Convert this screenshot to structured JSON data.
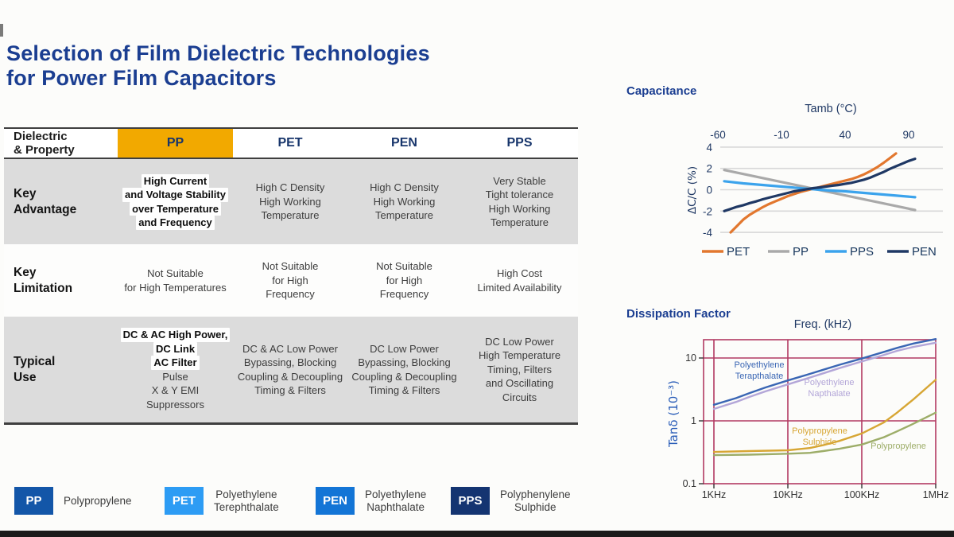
{
  "title": {
    "line1": "Selection of Film Dielectric Technologies",
    "line2": "for Power Film Capacitors"
  },
  "table": {
    "corner_label_lines": [
      "Dielectric",
      "& Property"
    ],
    "columns": [
      {
        "code": "PP",
        "header_bg": "#f2a900"
      },
      {
        "code": "PET",
        "header_bg": ""
      },
      {
        "code": "PEN",
        "header_bg": ""
      },
      {
        "code": "PPS",
        "header_bg": ""
      }
    ],
    "rows": [
      {
        "label_lines": [
          "Key",
          "Advantage"
        ],
        "cells": [
          {
            "lines": [
              "High Current",
              "and Voltage Stability",
              "over Temperature",
              "and Frequency"
            ],
            "bold_count": 4
          },
          {
            "lines": [
              "High C Density",
              "High Working",
              "Temperature"
            ],
            "bold_count": 0
          },
          {
            "lines": [
              "High C Density",
              "High Working",
              "Temperature"
            ],
            "bold_count": 0
          },
          {
            "lines": [
              "Very Stable",
              "Tight tolerance",
              "High Working",
              "Temperature"
            ],
            "bold_count": 0
          }
        ]
      },
      {
        "label_lines": [
          "Key",
          "Limitation"
        ],
        "cells": [
          {
            "lines": [
              "Not Suitable",
              "for High Temperatures"
            ],
            "bold_count": 0
          },
          {
            "lines": [
              "Not Suitable",
              "for High",
              "Frequency"
            ],
            "bold_count": 0
          },
          {
            "lines": [
              "Not Suitable",
              "for High",
              "Frequency"
            ],
            "bold_count": 0
          },
          {
            "lines": [
              "High Cost",
              "Limited Availability"
            ],
            "bold_count": 0
          }
        ]
      },
      {
        "label_lines": [
          "Typical",
          "Use"
        ],
        "cells": [
          {
            "lines": [
              "DC & AC High Power,",
              "DC Link",
              "AC Filter",
              "Pulse",
              "X & Y EMI",
              "Suppressors"
            ],
            "bold_count": 3
          },
          {
            "lines": [
              "DC & AC Low Power",
              "Bypassing, Blocking",
              "Coupling & Decoupling",
              "Timing & Filters"
            ],
            "bold_count": 0
          },
          {
            "lines": [
              "DC Low Power",
              "Bypassing, Blocking",
              "Coupling & Decoupling",
              "Timing & Filters"
            ],
            "bold_count": 0
          },
          {
            "lines": [
              "DC Low Power",
              "High Temperature",
              "Timing, Filters",
              "and Oscillating",
              "Circuits"
            ],
            "bold_count": 0
          }
        ]
      }
    ]
  },
  "abbreviations": [
    {
      "code": "PP",
      "box_color": "#1356a8",
      "name_lines": [
        "Polypropylene"
      ]
    },
    {
      "code": "PET",
      "box_color": "#2d9cf4",
      "name_lines": [
        "Polyethylene",
        "Terephthalate"
      ]
    },
    {
      "code": "PEN",
      "box_color": "#1375d6",
      "name_lines": [
        "Polyethylene",
        "Naphthalate"
      ]
    },
    {
      "code": "PPS",
      "box_color": "#143471",
      "name_lines": [
        "Polyphenylene",
        "Sulphide"
      ]
    }
  ],
  "chart_data": [
    {
      "type": "line",
      "title": "Capacitance",
      "xlabel": "Tamb (°C)",
      "ylabel": "ΔC/C (%)",
      "x_ticks": [
        -60,
        -10,
        40,
        90
      ],
      "y_ticks": [
        4,
        2,
        0,
        -2,
        -4
      ],
      "xlim": [
        -65,
        112
      ],
      "ylim": [
        -4,
        4
      ],
      "grid": "horizontal",
      "legend_position": "bottom",
      "series": [
        {
          "name": "PET",
          "color": "#e2772e",
          "points": [
            [
              -50,
              -4.0
            ],
            [
              -45,
              -3.4
            ],
            [
              -40,
              -2.8
            ],
            [
              -35,
              -2.35
            ],
            [
              -30,
              -2.0
            ],
            [
              -25,
              -1.65
            ],
            [
              -20,
              -1.35
            ],
            [
              -15,
              -1.1
            ],
            [
              -10,
              -0.85
            ],
            [
              -5,
              -0.6
            ],
            [
              0,
              -0.4
            ],
            [
              5,
              -0.2
            ],
            [
              10,
              -0.05
            ],
            [
              15,
              0.1
            ],
            [
              20,
              0.25
            ],
            [
              25,
              0.4
            ],
            [
              30,
              0.55
            ],
            [
              35,
              0.7
            ],
            [
              40,
              0.85
            ],
            [
              45,
              1.0
            ],
            [
              50,
              1.2
            ],
            [
              55,
              1.45
            ],
            [
              60,
              1.75
            ],
            [
              65,
              2.1
            ],
            [
              70,
              2.5
            ],
            [
              75,
              2.95
            ],
            [
              80,
              3.4
            ]
          ]
        },
        {
          "name": "PP",
          "color": "#a9a9a9",
          "points": [
            [
              -55,
              1.85
            ],
            [
              95,
              -1.9
            ]
          ]
        },
        {
          "name": "PPS",
          "color": "#3ba3ec",
          "points": [
            [
              -55,
              0.8
            ],
            [
              -40,
              0.6
            ],
            [
              -25,
              0.45
            ],
            [
              -10,
              0.3
            ],
            [
              0,
              0.2
            ],
            [
              10,
              0.1
            ],
            [
              20,
              0.0
            ],
            [
              30,
              -0.08
            ],
            [
              40,
              -0.15
            ],
            [
              55,
              -0.3
            ],
            [
              70,
              -0.45
            ],
            [
              85,
              -0.6
            ],
            [
              95,
              -0.7
            ]
          ]
        },
        {
          "name": "PEN",
          "color": "#1f3864",
          "points": [
            [
              -55,
              -2.0
            ],
            [
              -50,
              -1.8
            ],
            [
              -45,
              -1.6
            ],
            [
              -40,
              -1.45
            ],
            [
              -35,
              -1.25
            ],
            [
              -30,
              -1.1
            ],
            [
              -25,
              -0.9
            ],
            [
              -20,
              -0.75
            ],
            [
              -15,
              -0.6
            ],
            [
              -10,
              -0.45
            ],
            [
              -5,
              -0.3
            ],
            [
              0,
              -0.15
            ],
            [
              5,
              -0.05
            ],
            [
              10,
              0.05
            ],
            [
              15,
              0.15
            ],
            [
              20,
              0.22
            ],
            [
              25,
              0.3
            ],
            [
              30,
              0.38
            ],
            [
              35,
              0.45
            ],
            [
              40,
              0.55
            ],
            [
              45,
              0.65
            ],
            [
              50,
              0.8
            ],
            [
              55,
              0.95
            ],
            [
              60,
              1.15
            ],
            [
              65,
              1.4
            ],
            [
              70,
              1.65
            ],
            [
              75,
              1.95
            ],
            [
              80,
              2.2
            ],
            [
              85,
              2.45
            ],
            [
              90,
              2.7
            ],
            [
              95,
              2.9
            ]
          ]
        }
      ]
    },
    {
      "type": "line",
      "title": "Dissipation Factor",
      "xlabel": "Freq. (kHz)",
      "ylabel": "Tanδ (10⁻³)",
      "x_scale": "log",
      "y_scale": "log",
      "x_ticks": [
        "1KHz",
        "10KHz",
        "100KHz",
        "1MHz"
      ],
      "x_tick_values_khz": [
        1,
        10,
        100,
        1000
      ],
      "y_ticks": [
        10,
        1,
        0.1
      ],
      "grid_color": "#b23a62",
      "series": [
        {
          "name": "Polyethylene Terapthalate",
          "label_lines": [
            "Polyethylene",
            "Terapthalate"
          ],
          "color": "#3a66b4",
          "points": [
            [
              1,
              1.8
            ],
            [
              2,
              2.3
            ],
            [
              3,
              2.75
            ],
            [
              5,
              3.4
            ],
            [
              10,
              4.4
            ],
            [
              20,
              5.6
            ],
            [
              30,
              6.5
            ],
            [
              50,
              7.8
            ],
            [
              100,
              9.8
            ],
            [
              200,
              12.5
            ],
            [
              300,
              14.5
            ],
            [
              500,
              17
            ],
            [
              1000,
              20
            ]
          ]
        },
        {
          "name": "Polyethylene Napthalate",
          "label_lines": [
            "Polyethylene",
            "Napthalate"
          ],
          "color": "#b3a6d8",
          "points": [
            [
              1,
              1.55
            ],
            [
              2,
              2.0
            ],
            [
              3,
              2.4
            ],
            [
              5,
              2.95
            ],
            [
              10,
              3.8
            ],
            [
              20,
              4.9
            ],
            [
              30,
              5.7
            ],
            [
              50,
              6.9
            ],
            [
              100,
              8.8
            ],
            [
              200,
              11.2
            ],
            [
              300,
              13
            ],
            [
              500,
              15
            ],
            [
              1000,
              17.5
            ]
          ]
        },
        {
          "name": "Polypropylene Sulphide",
          "label_lines": [
            "Polypropylene",
            "Sulphide"
          ],
          "color": "#d7a634",
          "points": [
            [
              1,
              0.32
            ],
            [
              3,
              0.33
            ],
            [
              10,
              0.34
            ],
            [
              20,
              0.37
            ],
            [
              30,
              0.41
            ],
            [
              50,
              0.48
            ],
            [
              100,
              0.63
            ],
            [
              200,
              0.95
            ],
            [
              300,
              1.35
            ],
            [
              500,
              2.2
            ],
            [
              1000,
              4.5
            ]
          ]
        },
        {
          "name": "Polypropylene",
          "label_lines": [
            "Polypropylene"
          ],
          "color": "#9dad68",
          "points": [
            [
              1,
              0.285
            ],
            [
              3,
              0.29
            ],
            [
              10,
              0.3
            ],
            [
              20,
              0.31
            ],
            [
              30,
              0.33
            ],
            [
              50,
              0.36
            ],
            [
              100,
              0.42
            ],
            [
              200,
              0.55
            ],
            [
              300,
              0.68
            ],
            [
              500,
              0.9
            ],
            [
              1000,
              1.35
            ]
          ]
        }
      ]
    }
  ]
}
